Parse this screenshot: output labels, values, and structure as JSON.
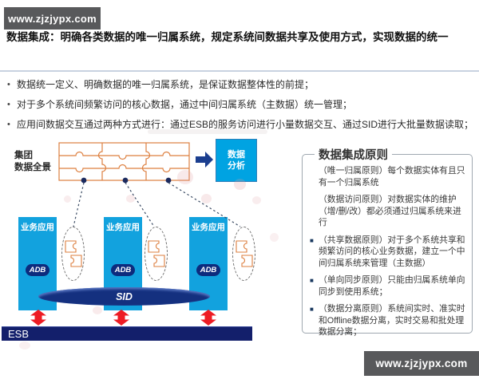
{
  "watermark": {
    "text": "www.zjzjypx.com"
  },
  "header": {
    "title": "数据集成：明确各类数据的唯一归属系统，规定系统间数据共享及使用方式，实现数据的统一"
  },
  "bullets": [
    "数据统一定义、明确数据的唯一归属系统，是保证数据整体性的前提；",
    "对于多个系统间频繁访问的核心数据，通过中间归属系统（主数据）统一管理；",
    "应用间数据交互通过两种方式进行：通过ESB的服务访问进行小量数据交互、通过SID进行大批量数据读取；"
  ],
  "diagram": {
    "group_label_line1": "集团",
    "group_label_line2": "数据全景",
    "analysis_line1": "数据",
    "analysis_line2": "分析",
    "app_box_label": "业务应用",
    "adb_label": "ADB",
    "sid_label": "SID",
    "esb_label": "ESB"
  },
  "principles": {
    "title": "数据集成原则",
    "items": [
      {
        "text": "（唯一归属原则）每个数据实体有且只有一个归属系统"
      },
      {
        "text": "（数据访问原则）对数据实体的维护（增/删/改）都必须通过归属系统来进行"
      },
      {
        "text": "（共享数据原则）对于多个系统共享和频繁访问的核心业务数据，建立一个中间归属系统来管理（主数据）"
      },
      {
        "text": "（单向同步原则）只能由归属系统单向同步到使用系统；"
      },
      {
        "text": "（数据分离原则）系统间实时、准实时和Offline数据分离，实时交易和批处理数据分离；"
      }
    ]
  },
  "colors": {
    "cyan_box": "#12A2DE",
    "analysis_cyan": "#00A3E2",
    "navy": "#14307F",
    "esb_navy": "#131F6B",
    "red_arrow": "#ED1C24",
    "puzzle_orange": "#DD7F3F",
    "badge_gray": "#58595B"
  }
}
